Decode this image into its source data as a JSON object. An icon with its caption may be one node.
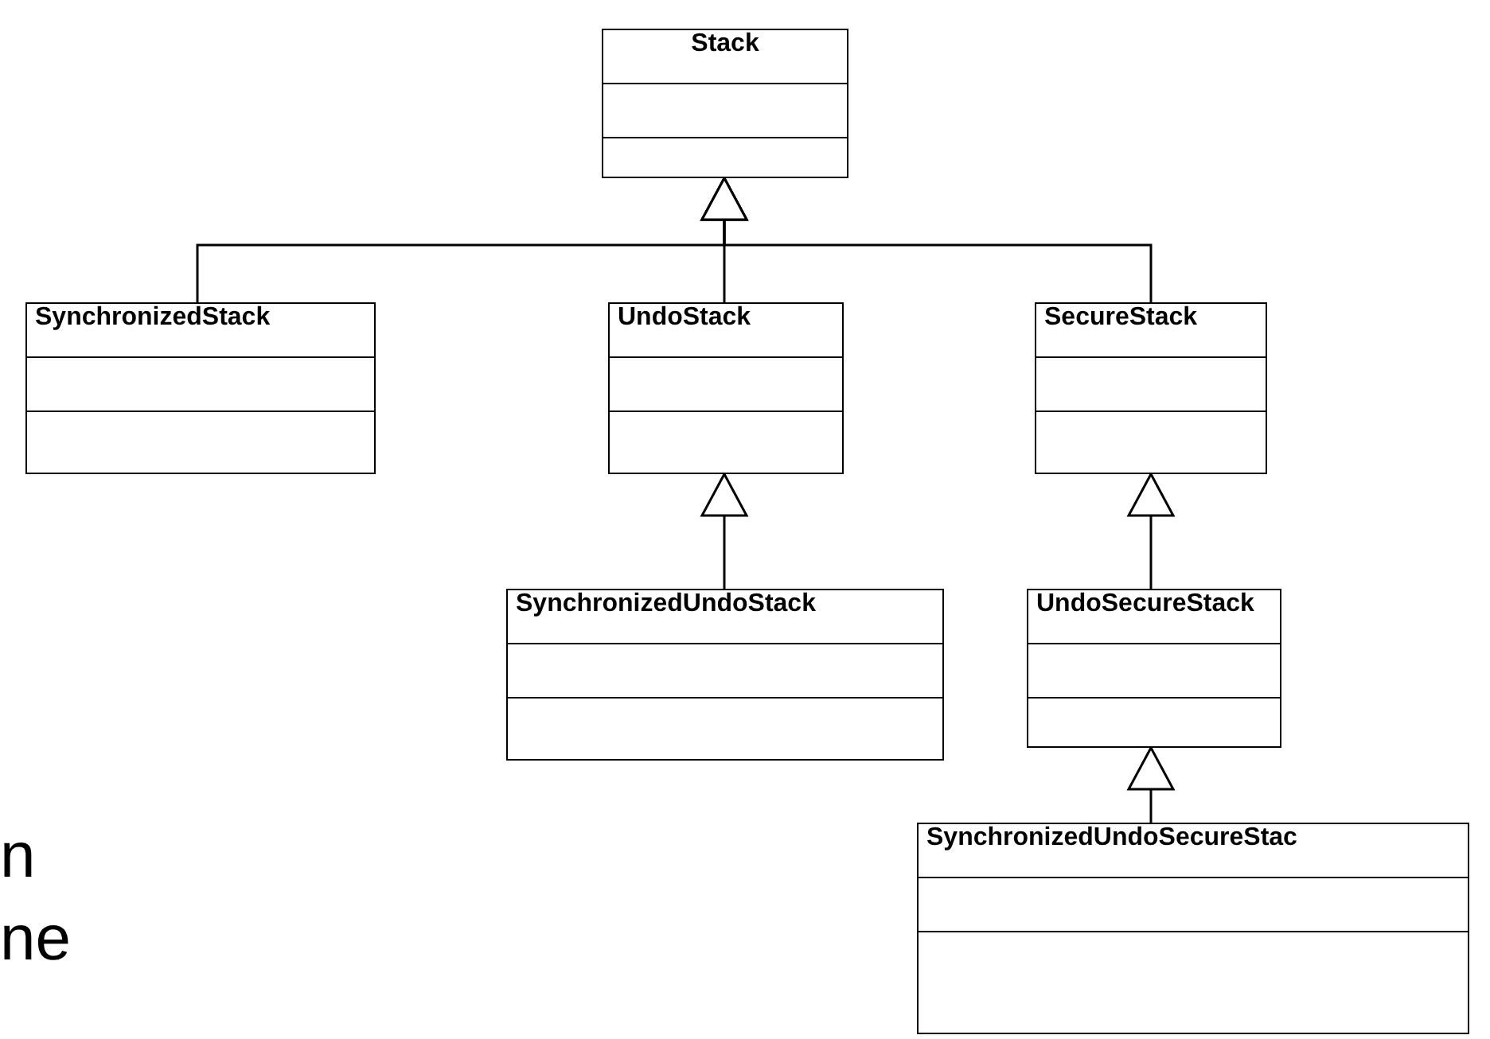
{
  "diagram": {
    "nodes": [
      {
        "text": [
          "Stack"
        ]
      },
      {
        "text": [
          "SynchronizedStack"
        ]
      },
      {
        "text": [
          "UndoStack"
        ]
      },
      {
        "text": [
          "SecureStack"
        ]
      },
      {
        "text": [
          "SynchronizedUndoStack"
        ]
      },
      {
        "text": [
          "UndoSecureStack"
        ]
      },
      {
        "text": [
          "SynchronizedUndoSecureStac"
        ]
      }
    ],
    "edges": [
      {
        "from": 1,
        "to": 0,
        "arrow": "to"
      },
      {
        "from": 2,
        "to": 0,
        "arrow": "to"
      },
      {
        "from": 3,
        "to": 0,
        "arrow": "to"
      },
      {
        "from": 4,
        "to": 2,
        "arrow": "to"
      },
      {
        "from": 5,
        "to": 3,
        "arrow": "to"
      },
      {
        "from": 6,
        "to": 5,
        "arrow": "to"
      }
    ],
    "labels": [
      "n",
      "ne"
    ]
  }
}
